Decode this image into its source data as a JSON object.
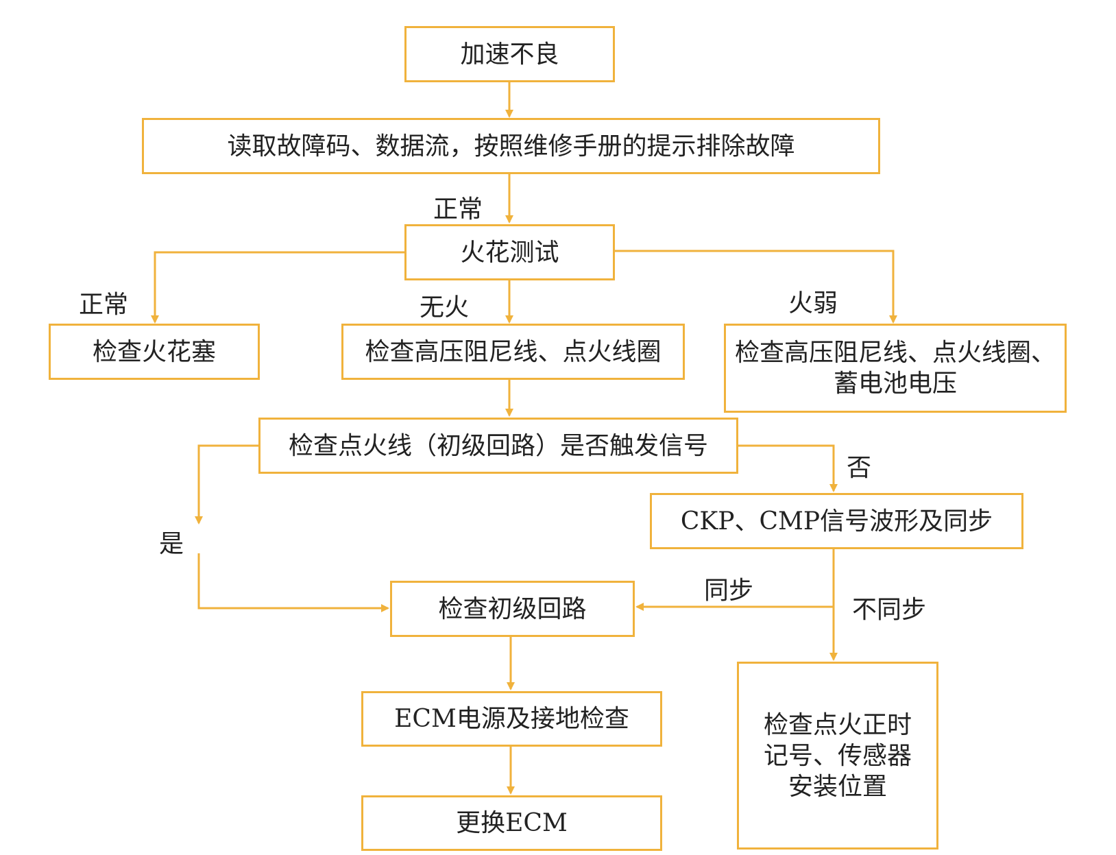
{
  "colors": {
    "line": "#f0b23c",
    "text": "#222222"
  },
  "nodes": {
    "start": "加速不良",
    "read_codes": "读取故障码、数据流，按照维修手册的提示排除故障",
    "spark_test": "火花测试",
    "check_plug": "检查火花塞",
    "check_hv": "检查高压阻尼线、点火线圈",
    "check_hv_battery": "检查高压阻尼线、点火线圈、\n蓄电池电压",
    "check_trigger": "检查点火线（初级回路）是否触发信号",
    "ckp_cmp": "CKP、CMP信号波形及同步",
    "check_primary": "检查初级回路",
    "ecm_power": "ECM电源及接地检查",
    "replace_ecm": "更换ECM",
    "check_timing": "检查点火正时\n记号、传感器\n安装位置"
  },
  "edge_labels": {
    "normal_1": "正常",
    "normal_2": "正常",
    "no_spark": "无火",
    "weak_spark": "火弱",
    "no": "否",
    "yes": "是",
    "sync": "同步",
    "not_sync": "不同步"
  }
}
